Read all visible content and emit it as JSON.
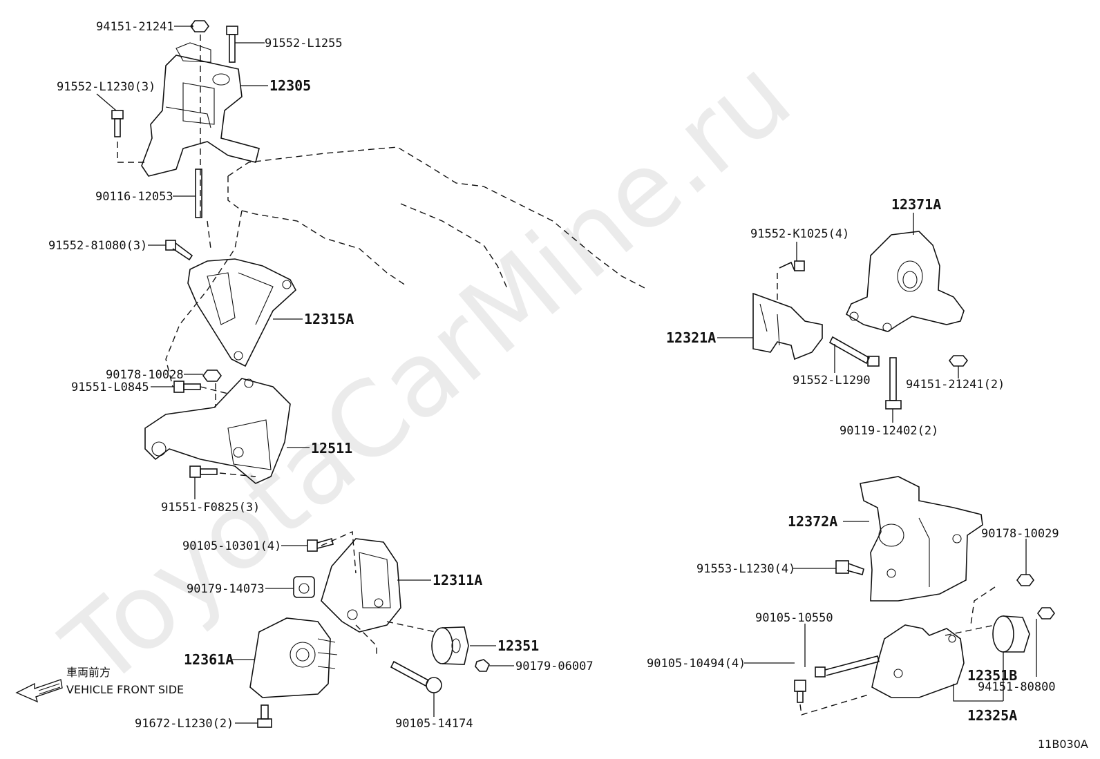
{
  "watermark": "ToyotaCarMine.ru",
  "diagram_code": "11B030A",
  "direction": {
    "japanese": "車両前方",
    "english": "VEHICLE FRONT SIDE"
  },
  "labels": {
    "p94151_21241": "94151-21241",
    "p91552_L1255": "91552-L1255",
    "p12305": "12305",
    "p91552_L1230_3": "91552-L1230(3)",
    "p90116_12053": "90116-12053",
    "p91552_81080_3": "91552-81080(3)",
    "p12315A": "12315A",
    "p90178_10028": "90178-10028",
    "p91551_L0845": "91551-L0845",
    "p12511": "12511",
    "p91551_F0825_3": "91551-F0825(3)",
    "p90105_10301_4": "90105-10301(4)",
    "p12311A": "12311A",
    "p90179_14073": "90179-14073",
    "p12351": "12351",
    "p90179_06007": "90179-06007",
    "p12361A": "12361A",
    "p91672_L1230_2": "91672-L1230(2)",
    "p90105_14174": "90105-14174",
    "p12371A": "12371A",
    "p91552_K1025_4": "91552-K1025(4)",
    "p12321A": "12321A",
    "p91552_L1290": "91552-L1290",
    "p94151_21241_2": "94151-21241(2)",
    "p90119_12402_2": "90119-12402(2)",
    "p12372A": "12372A",
    "p90178_10029": "90178-10029",
    "p91553_L1230_4": "91553-L1230(4)",
    "p90105_10550": "90105-10550",
    "p90105_10494_4": "90105-10494(4)",
    "p12351B": "12351B",
    "p94151_80800": "94151-80800",
    "p12325A": "12325A"
  }
}
